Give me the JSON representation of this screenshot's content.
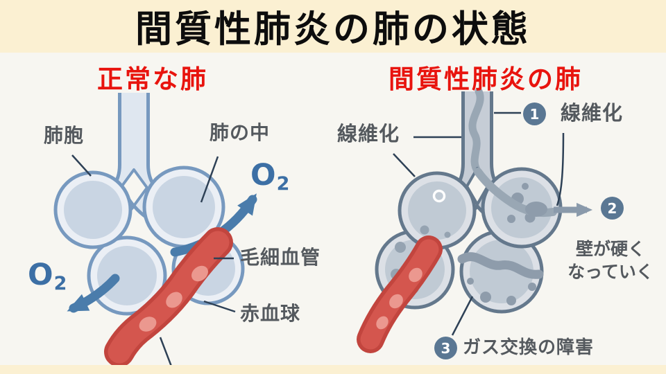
{
  "title": "間質性肺炎の肺の状態",
  "left": {
    "heading": "正常な肺",
    "labels": {
      "alveolus": "肺胞",
      "inside_lung": "肺の中",
      "o2_letter": "O",
      "o2_sub": "2",
      "capillary": "毛細血管",
      "red_blood_cell": "赤血球"
    }
  },
  "right": {
    "heading": "間質性肺炎の肺",
    "labels": {
      "fibrosis_left": "線維化",
      "fibrosis_right": "線維化",
      "wall_hardening_1": "壁が硬く",
      "wall_hardening_2": "なっていく",
      "gas_exchange": "ガス交換の障害"
    },
    "badges": [
      "1",
      "2",
      "3"
    ]
  },
  "colors": {
    "banner": "#fbf0d2",
    "background": "#f7f6f1",
    "heading_red": "#e8140e",
    "label_gray": "#54595e",
    "o2_blue": "#3c6fa5",
    "arrow_blue": "#4a7cab",
    "healthy_outline": "#7799bf",
    "healthy_fill": "#ebeff5",
    "healthy_inner": "#c9d5e3",
    "fibrotic_outline": "#64788c",
    "fibrotic_fill": "#dce0e6",
    "fibrotic_inner": "#c0cad4",
    "fibrosis_blob": "#8e9cab",
    "vessel_red_outline": "#c2453e",
    "vessel_red_fill": "#d4564e",
    "red_cell_pink": "#eb988f",
    "badge_blue": "#5a7793",
    "arrow_gray": "#8a9aab"
  }
}
